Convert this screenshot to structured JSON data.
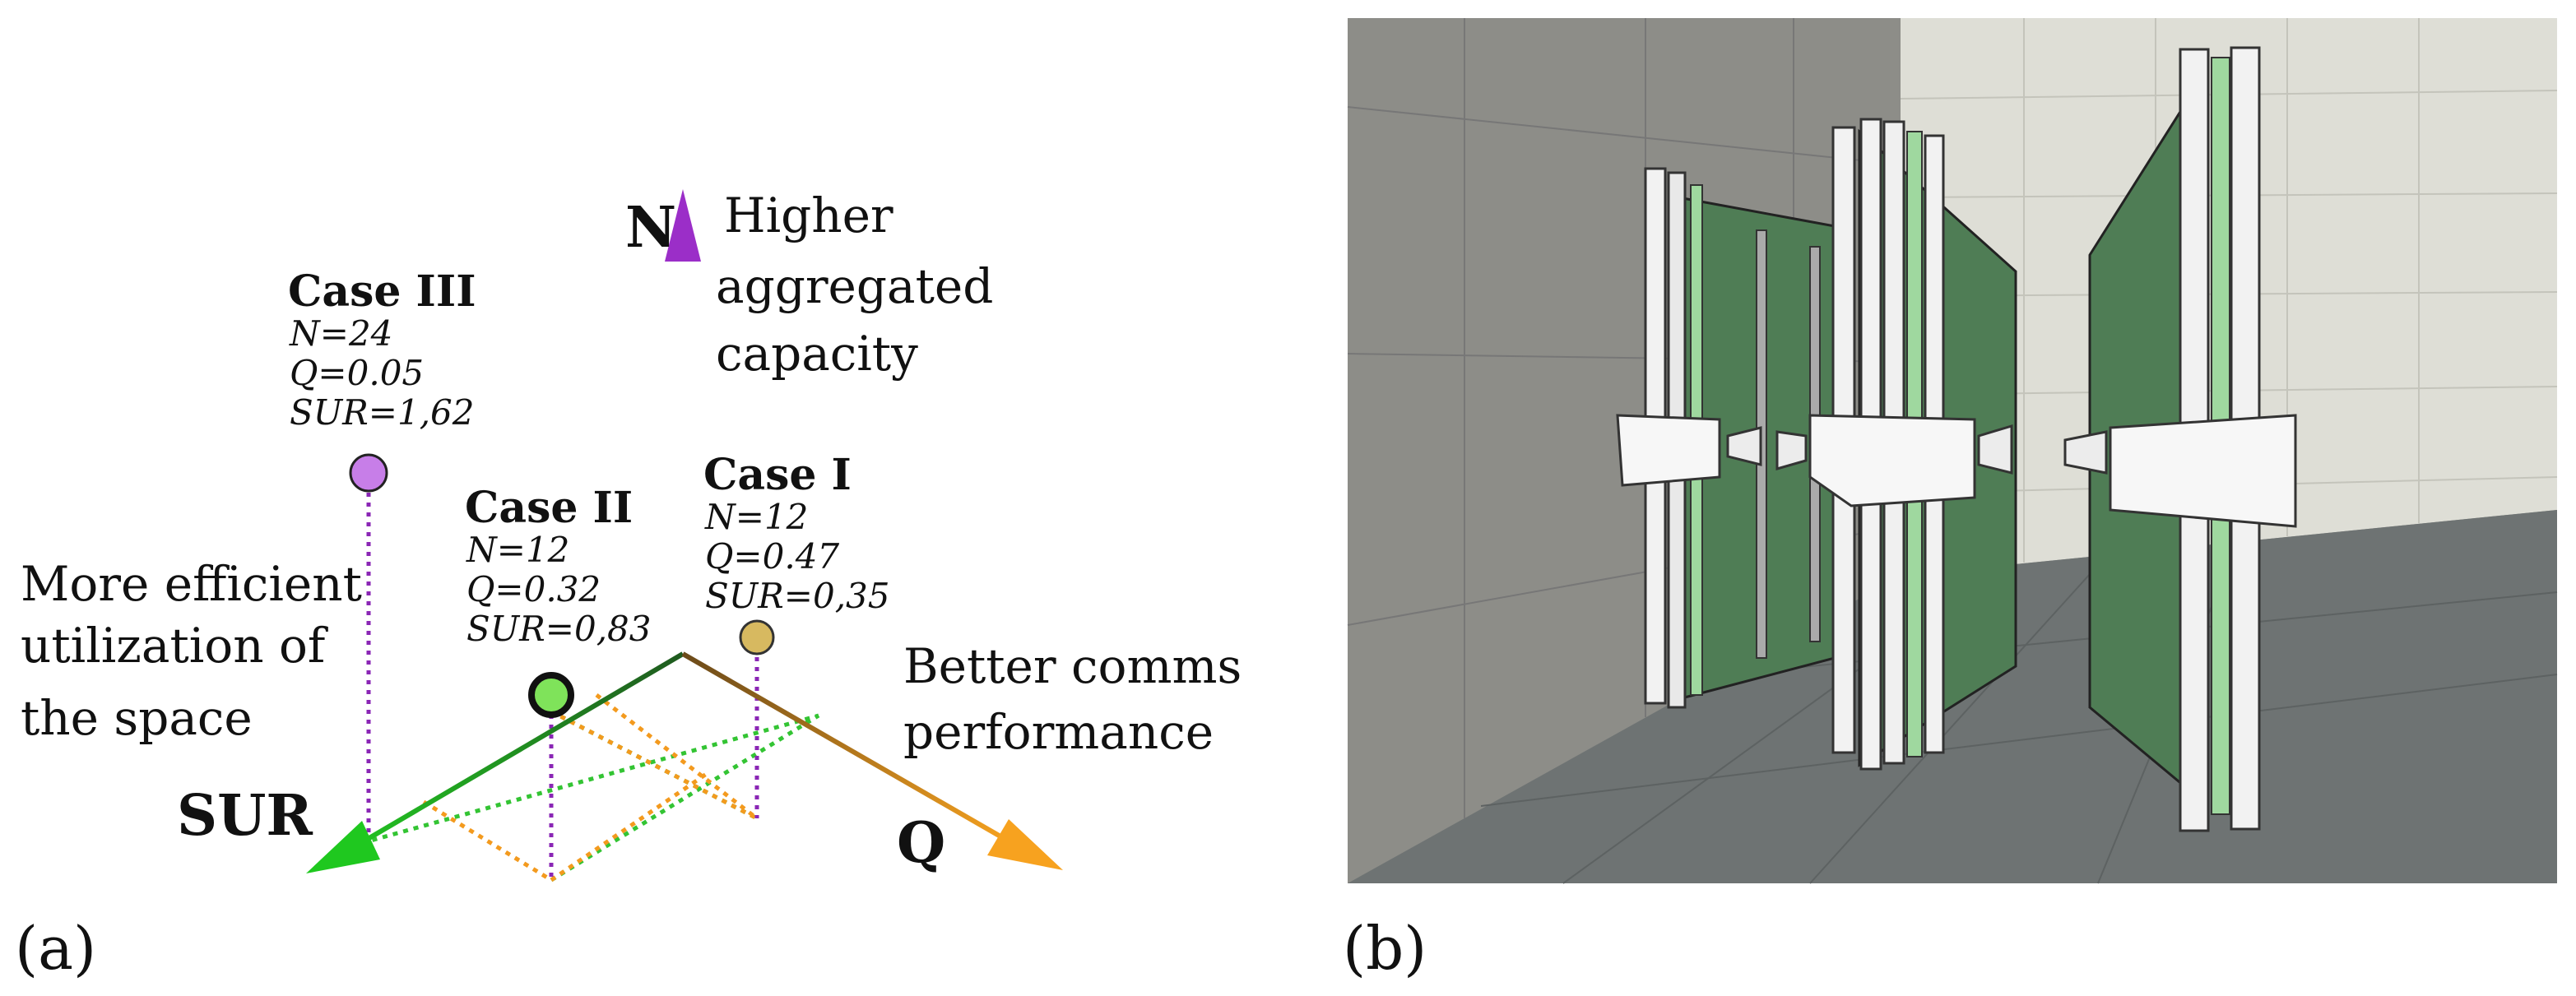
{
  "panel_a": {
    "label": "(a)",
    "axes": {
      "n": {
        "label": "N",
        "annotation": [
          "Higher",
          "aggregated",
          "capacity"
        ],
        "color": "#8a26b5"
      },
      "sur": {
        "label": "SUR",
        "annotation": [
          "More efficient",
          "utilization of",
          "the space"
        ],
        "color": "#1f9e1f"
      },
      "q": {
        "label": "Q",
        "annotation": [
          "Better comms",
          "performance"
        ],
        "color": "#f39a1e"
      }
    },
    "cases": [
      {
        "name": "Case III",
        "lines": [
          "N=24",
          "Q=0.05",
          "SUR=1,62"
        ],
        "color": "#c77ee8"
      },
      {
        "name": "Case II",
        "lines": [
          "N=12",
          "Q=0.32",
          "SUR=0,83"
        ],
        "color": "#7fe35a"
      },
      {
        "name": "Case I",
        "lines": [
          "N=12",
          "Q=0.47",
          "SUR=0,35"
        ],
        "color": "#d7b960"
      }
    ]
  },
  "panel_b": {
    "label": "(b)"
  }
}
